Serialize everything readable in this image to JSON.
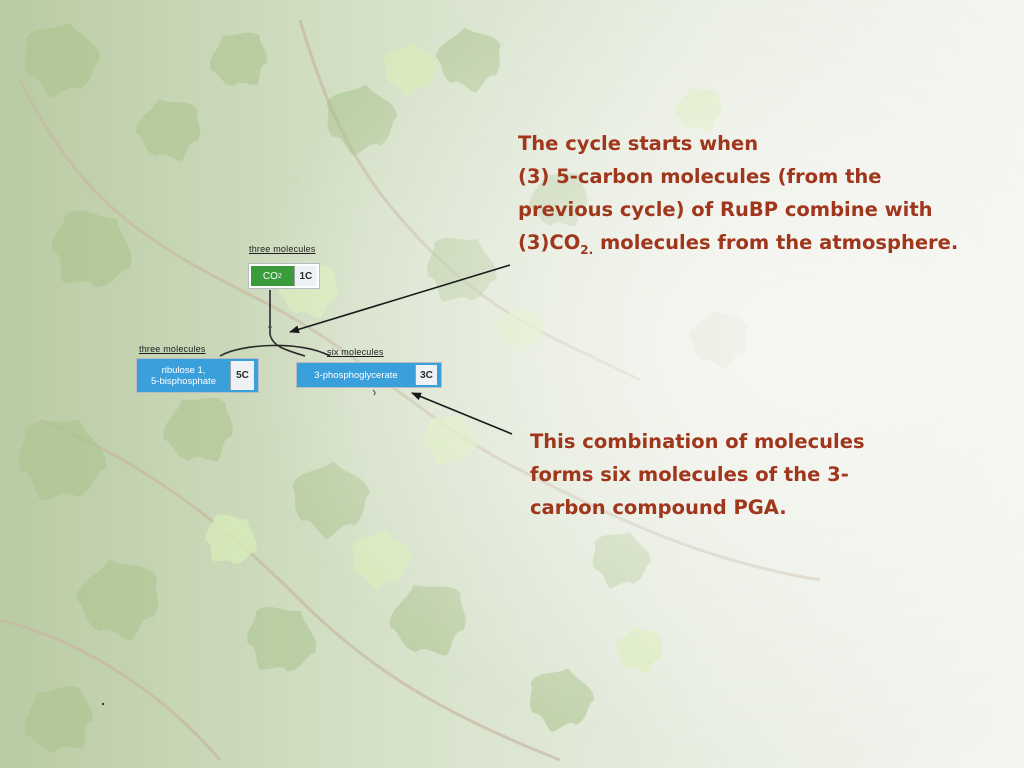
{
  "colors": {
    "text_accent": "#a0361c",
    "co2_fill": "#3a9b3a",
    "molecule_fill": "#3aa0dc",
    "count_fill": "#eef2f4"
  },
  "background": {
    "description_icon": "ivy-leaves-background"
  },
  "callout_top": {
    "line1": "The cycle starts when",
    "line2": "(3) 5-carbon molecules (from the",
    "line3": "previous cycle) of RuBP combine with",
    "line4_pre": "(3)CO",
    "line4_sub": "2.",
    "line4_post": " molecules from the atmosphere."
  },
  "callout_bottom": {
    "line1": "This combination of molecules",
    "line2": "forms six molecules of the 3-",
    "line3": "carbon compound PGA."
  },
  "diagram": {
    "co2": {
      "caption": "three molecules",
      "name_main": "CO",
      "name_sub": "2",
      "count": "1C"
    },
    "rubp": {
      "caption": "three molecules",
      "name": "ribulose 1,\n5-bisphosphate",
      "count": "5C"
    },
    "pga": {
      "caption": "six molecules",
      "name": "3-phosphoglycerate",
      "count": "3C"
    }
  }
}
